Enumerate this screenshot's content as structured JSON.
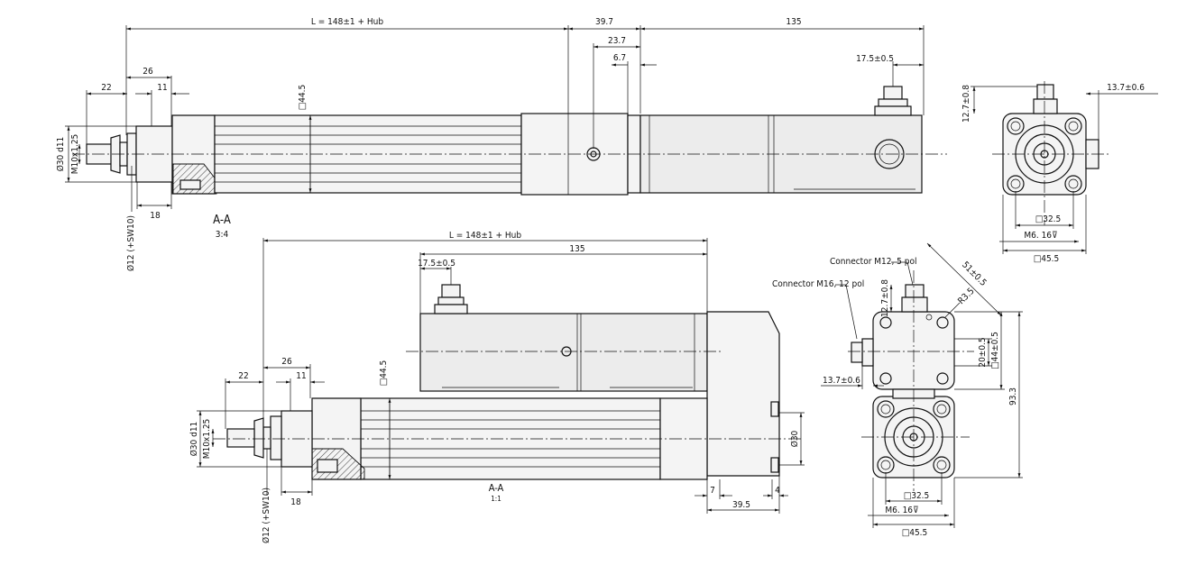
{
  "view_top": {
    "dims": {
      "overall": "L = 148±1 + Hub",
      "d397": "39.7",
      "d135": "135",
      "d237": "23.7",
      "d67": "6.7",
      "d175": "17.5±0.5",
      "d26": "26",
      "d22": "22",
      "d11": "11",
      "d18": "18",
      "sq445": "□44.5",
      "dia30": "Ø30 d11",
      "thread": "M10x1.25",
      "dia12": "Ø12 (+SW10)"
    },
    "section": "A-A",
    "scale": "3:4"
  },
  "end_top": {
    "d127": "12.7±0.8",
    "d137": "13.7±0.6",
    "sq325": "□32.5",
    "m6": "M6. 16⊽",
    "sq455": "□45.5"
  },
  "view_bottom": {
    "dims": {
      "overall": "L = 148±1 + Hub",
      "d135": "135",
      "d175": "17.5±0.5",
      "d26": "26",
      "d22": "22",
      "d11": "11",
      "d18": "18",
      "sq445": "□44.5",
      "dia30": "Ø30 d11",
      "thread": "M10x1.25",
      "dia12": "Ø12 (+SW10)",
      "d7": "7",
      "d4": "4",
      "d395": "39.5",
      "dia30b": "Ø30"
    },
    "section": "A-A",
    "scale": "1:1"
  },
  "end_bottom": {
    "connector_m12": "Connector M12, 5 pol",
    "connector_m16": "Connector M16, 12 pol",
    "d127": "12.7±0.8",
    "d51": "51±0.5",
    "r35": "R3.5",
    "d20": "20±0.5",
    "d44": "□44±0.5",
    "d933": "93.3",
    "d137": "13.7±0.6",
    "sq325": "□32.5",
    "m6": "M6. 16⊽",
    "sq455": "□45.5"
  }
}
